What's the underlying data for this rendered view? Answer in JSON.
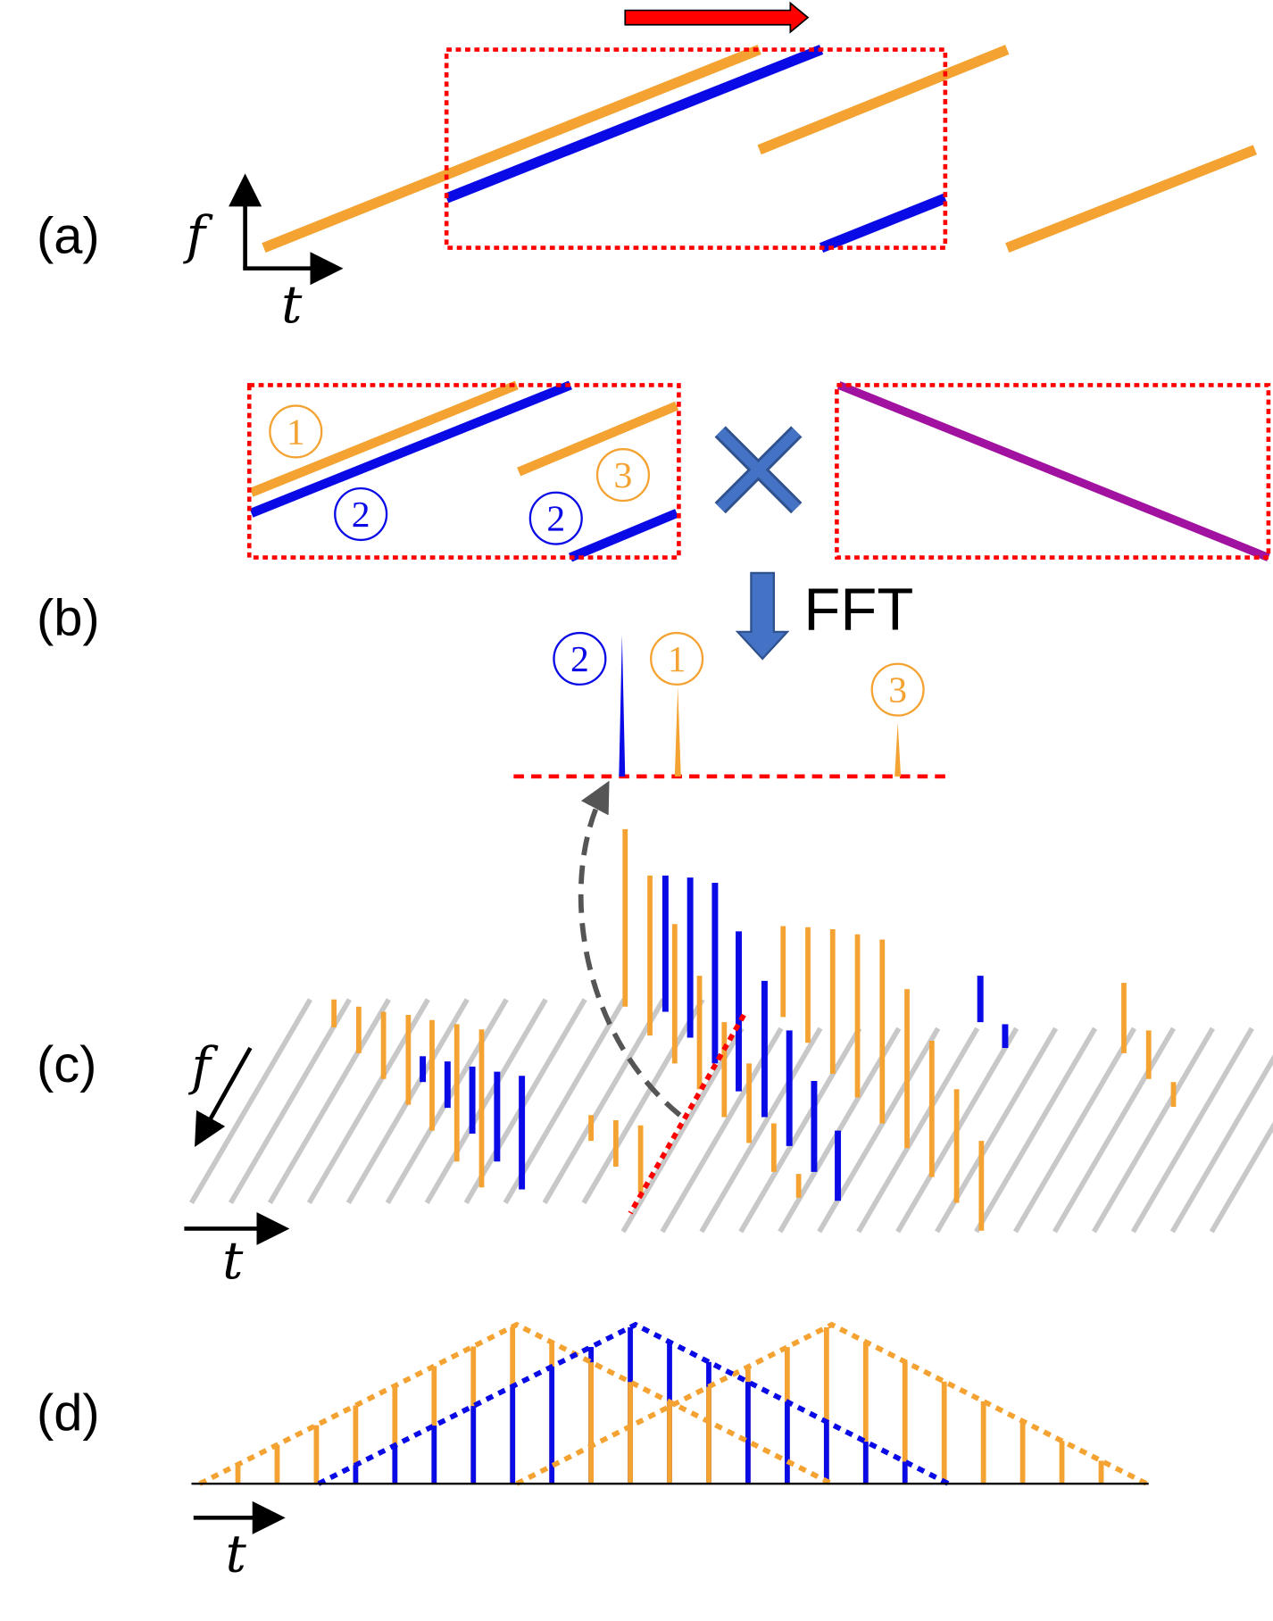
{
  "panels": {
    "a": "(a)",
    "b": "(b)",
    "c": "(c)",
    "d": "(d)"
  },
  "axes": {
    "freq": "f",
    "time": "t"
  },
  "fft_label": "FFT",
  "markers": {
    "one": "1",
    "two": "2",
    "three": "3"
  },
  "colors": {
    "orange": "#F4A332",
    "blue": "#0A0AE6",
    "red": "#FF0000",
    "gray": "#C8C8C8",
    "purple": "#A0129F",
    "steel": "#4472C4"
  }
}
